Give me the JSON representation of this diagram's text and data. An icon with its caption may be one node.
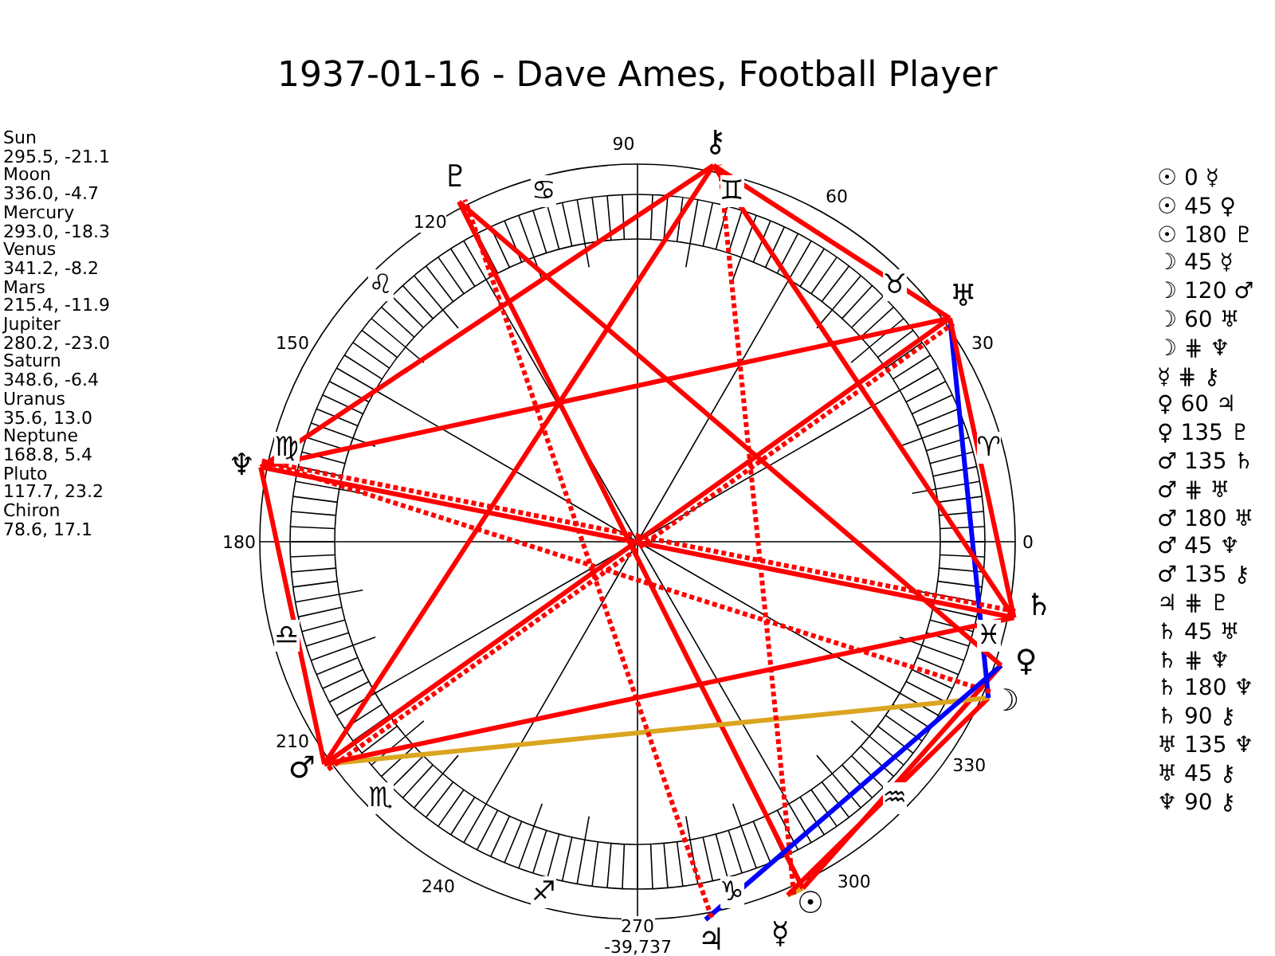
{
  "diagram": {
    "title": "1937-01-16 - Dave Ames, Football Player",
    "nodes": [
      {
        "text": [
          "☉"
        ]
      },
      {
        "text": [
          "☽"
        ]
      },
      {
        "text": [
          "☿"
        ]
      },
      {
        "text": [
          "♀"
        ]
      },
      {
        "text": [
          "♂"
        ]
      },
      {
        "text": [
          "♃"
        ]
      },
      {
        "text": [
          "♄"
        ]
      },
      {
        "text": [
          "♅"
        ]
      },
      {
        "text": [
          "♆"
        ]
      },
      {
        "text": [
          "♇"
        ]
      },
      {
        "text": [
          "⚷"
        ]
      }
    ],
    "edges": [
      {
        "from": 0,
        "to": 2,
        "arrow": "none",
        "color": "#daa520"
      },
      {
        "from": 0,
        "to": 3,
        "arrow": "none"
      },
      {
        "from": 0,
        "to": 9,
        "arrow": "none"
      },
      {
        "from": 1,
        "to": 2,
        "arrow": "none"
      },
      {
        "from": 1,
        "to": 4,
        "arrow": "none",
        "color": "#daa520"
      },
      {
        "from": 1,
        "to": 7,
        "arrow": "none",
        "color": "#0000ff"
      },
      {
        "from": 1,
        "to": 8,
        "arrow": "none",
        "style": "dashed"
      },
      {
        "from": 2,
        "to": 10,
        "arrow": "none",
        "style": "dashed"
      },
      {
        "from": 3,
        "to": 5,
        "arrow": "none",
        "color": "#0000ff"
      },
      {
        "from": 3,
        "to": 9,
        "arrow": "none"
      },
      {
        "from": 4,
        "to": 6,
        "arrow": "none"
      },
      {
        "from": 4,
        "to": 7,
        "arrow": "none",
        "style": "dashed"
      },
      {
        "from": 4,
        "to": 7,
        "arrow": "none"
      },
      {
        "from": 4,
        "to": 8,
        "arrow": "none"
      },
      {
        "from": 4,
        "to": 10,
        "arrow": "none"
      },
      {
        "from": 5,
        "to": 9,
        "arrow": "none",
        "style": "dashed"
      },
      {
        "from": 6,
        "to": 7,
        "arrow": "none"
      },
      {
        "from": 6,
        "to": 8,
        "arrow": "none",
        "style": "dashed"
      },
      {
        "from": 6,
        "to": 8,
        "arrow": "none"
      },
      {
        "from": 6,
        "to": 10,
        "arrow": "none"
      },
      {
        "from": 7,
        "to": 8,
        "arrow": "none"
      },
      {
        "from": 7,
        "to": 10,
        "arrow": "none"
      },
      {
        "from": 8,
        "to": 10,
        "arrow": "none"
      }
    ],
    "labels": [
      "Sun",
      "295.5, -21.1",
      "Moon",
      "336.0, -4.7",
      "Mercury",
      "293.0, -18.3",
      "Venus",
      "341.2, -8.2",
      "Mars",
      "215.4, -11.9",
      "Jupiter",
      "280.2, -23.0",
      "Saturn",
      "348.6, -6.4",
      "Uranus",
      "35.6, 13.0",
      "Neptune",
      "168.8, 5.4",
      "Pluto",
      "117.7, 23.2",
      "Chiron",
      "78.6, 17.1",
      "90",
      "120",
      "60",
      "150",
      "30",
      "180",
      "0",
      "210",
      "330",
      "240",
      "300",
      "270",
      "-39,737",
      "♊",
      "♋",
      "♉",
      "♌",
      "♈",
      "♍",
      "♓",
      "♎",
      "♏",
      "♒",
      "♐",
      "♑",
      "☉ 0 ☿",
      "☉ 45 ♀",
      "☉ 180 ♇",
      "☽ 45 ☿",
      "☽ 120 ♂",
      "☽ 60 ♅",
      "☽ ⋕ ♆",
      "☿ ⋕ ⚷",
      "♀ 60 ♃",
      "♀ 135 ♇",
      "♂ 135 ♄",
      "♂ ⋕ ♅",
      "♂ 180 ♅",
      "♂ 45 ♆",
      "♂ 135 ⚷",
      "♃ ⋕ ♇",
      "♄ 45 ♅",
      "♄ ⋕ ♆",
      "♄ 180 ♆",
      "♄ 90 ⚷",
      "♅ 135 ♆",
      "♅ 45 ⚷",
      "♆ 90 ⚷"
    ]
  }
}
